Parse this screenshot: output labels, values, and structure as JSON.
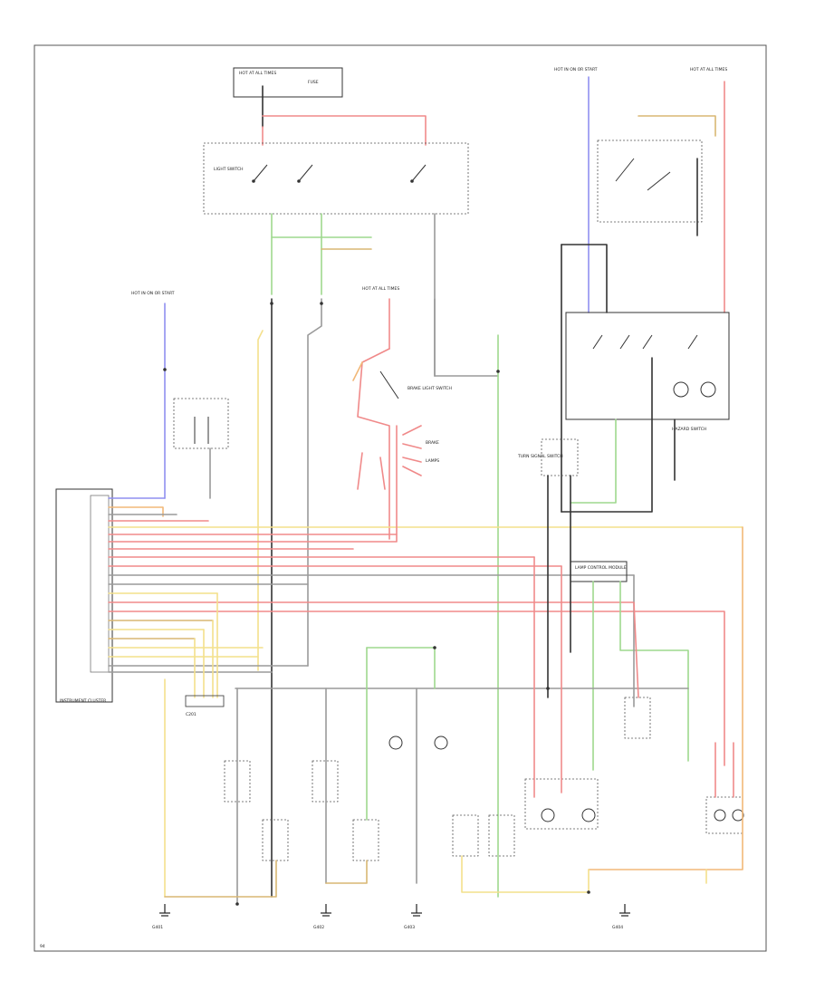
{
  "diagram": {
    "footer_code": "94",
    "header_fuse_left": "HOT AT ALL TIMES",
    "header_fuse_right_a": "HOT IN ON OR START",
    "header_fuse_right_b": "HOT AT ALL TIMES",
    "header_fuse_mid": "HOT AT ALL TIMES",
    "header_fuse_side": "HOT IN ON OR START",
    "light_switch_label": "LIGHT SWITCH",
    "hazard_switch_label": "HAZARD SWITCH",
    "brake_switch_label": "BRAKE LIGHT SWITCH",
    "instrument_cluster_label": "INSTRUMENT CLUSTER",
    "turn_signal_label": "TURN SIGNAL SWITCH",
    "lamp_control_label": "LAMP CONTROL MODULE",
    "ground_labels": [
      "G401",
      "G402",
      "G403",
      "G404"
    ],
    "connector_label": "C201",
    "fuse_label": "FUSE"
  }
}
